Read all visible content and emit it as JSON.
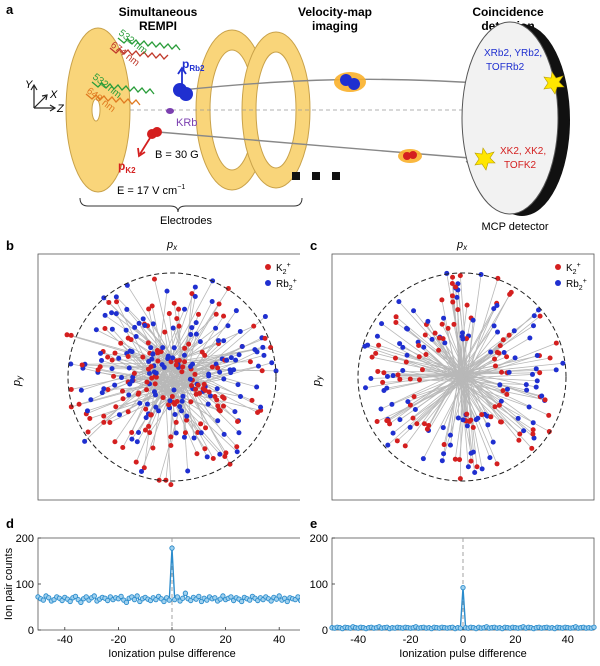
{
  "panels": {
    "a": {
      "letter": "a",
      "sim_title_1": "Simultaneous",
      "sim_title_2": "REMPI",
      "vmi_title_1": "Velocity-map",
      "vmi_title_2": "imaging",
      "coinc_title_1": "Coincidence",
      "coinc_title_2": "detection",
      "axis_y": "Y",
      "axis_x": "X",
      "axis_z": "Z",
      "laser_532_top": "532 nm",
      "laser_674": "674 nm",
      "laser_532_bot": "532 nm",
      "laser_648": "648 nm",
      "p_rb2_main": "p",
      "p_rb2_sub": "Rb2",
      "p_k2_main": "p",
      "p_k2_sub": "K2",
      "krb": "KRb",
      "field_b": "B = 30 G",
      "field_e": "E = 17 V cm",
      "field_e_sup": "−1",
      "electrodes": "Electrodes",
      "mcp": "MCP detector",
      "rb_det_line1": "XRb2, YRb2,",
      "rb_det_line2": "TOFRb2",
      "k_det_line1": "XK2, XK2,",
      "k_det_line2": "TOFK2"
    },
    "b": {
      "letter": "b",
      "px_label": "p",
      "px_sub": "x",
      "py_label": "p",
      "py_sub": "y"
    },
    "c": {
      "letter": "c",
      "px_label": "p",
      "px_sub": "x",
      "py_label": "p",
      "py_sub": "y"
    },
    "d": {
      "letter": "d"
    },
    "e": {
      "letter": "e"
    }
  },
  "colors": {
    "electrode_fill": "#f9d57a",
    "electrode_stroke": "#c9a24a",
    "rb": "#1f2fd0",
    "k": "#d41f1f",
    "krb": "#7b3fb0",
    "green_laser": "#2a9d3a",
    "red_laser": "#c0392b",
    "orange_laser": "#e07a20",
    "line_series": "#2b8ccc",
    "marker_fill": "#9fd0ee",
    "grey_lines": "#b8b8b8"
  },
  "chart_data": [
    {
      "panel": "b",
      "type": "scatter",
      "title": "",
      "xlabel": "px",
      "ylabel": "py",
      "legend": [
        {
          "name": "K2+",
          "color": "#d41f1f"
        },
        {
          "name": "Rb2+",
          "color": "#1f2fd0"
        }
      ],
      "legend_position": "top-right",
      "boundary": "dashed circle",
      "note": "pairs connected by grey lines through centre"
    },
    {
      "panel": "c",
      "type": "scatter",
      "title": "",
      "xlabel": "px",
      "ylabel": "py",
      "legend": [
        {
          "name": "K2+",
          "color": "#d41f1f"
        },
        {
          "name": "Rb2+",
          "color": "#1f2fd0"
        }
      ],
      "legend_position": "top-right",
      "boundary": "dashed circle"
    },
    {
      "panel": "d",
      "type": "line",
      "xlabel": "Ionization pulse difference",
      "ylabel": "Ion pair counts",
      "xlim": [
        -50,
        50
      ],
      "ylim": [
        0,
        200
      ],
      "xticks": [
        -40,
        -20,
        0,
        20,
        40
      ],
      "yticks": [
        0,
        100,
        200
      ],
      "x": [
        -50,
        -49,
        -48,
        -47,
        -46,
        -45,
        -44,
        -43,
        -42,
        -41,
        -40,
        -39,
        -38,
        -37,
        -36,
        -35,
        -34,
        -33,
        -32,
        -31,
        -30,
        -29,
        -28,
        -27,
        -26,
        -25,
        -24,
        -23,
        -22,
        -21,
        -20,
        -19,
        -18,
        -17,
        -16,
        -15,
        -14,
        -13,
        -12,
        -11,
        -10,
        -9,
        -8,
        -7,
        -6,
        -5,
        -4,
        -3,
        -2,
        -1,
        0,
        1,
        2,
        3,
        4,
        5,
        6,
        7,
        8,
        9,
        10,
        11,
        12,
        13,
        14,
        15,
        16,
        17,
        18,
        19,
        20,
        21,
        22,
        23,
        24,
        25,
        26,
        27,
        28,
        29,
        30,
        31,
        32,
        33,
        34,
        35,
        36,
        37,
        38,
        39,
        40,
        41,
        42,
        43,
        44,
        45,
        46,
        47,
        48,
        49,
        50
      ],
      "values": [
        72,
        68,
        65,
        74,
        70,
        63,
        66,
        72,
        69,
        64,
        71,
        67,
        62,
        70,
        73,
        66,
        60,
        68,
        72,
        65,
        70,
        74,
        63,
        67,
        71,
        69,
        64,
        72,
        66,
        70,
        68,
        73,
        65,
        60,
        69,
        72,
        66,
        74,
        62,
        68,
        71,
        67,
        64,
        70,
        66,
        73,
        68,
        62,
        70,
        65,
        178,
        66,
        72,
        63,
        69,
        80,
        68,
        64,
        71,
        67,
        73,
        62,
        69,
        65,
        72,
        68,
        70,
        63,
        67,
        74,
        66,
        69,
        72,
        64,
        70,
        67,
        62,
        71,
        68,
        65,
        73,
        69,
        64,
        70,
        66,
        72,
        68,
        63,
        71,
        67,
        74,
        65,
        69,
        62,
        70,
        68,
        66,
        72,
        64,
        74,
        55
      ],
      "guide_x": 0
    },
    {
      "panel": "e",
      "type": "line",
      "xlabel": "Ionization pulse difference",
      "ylabel": "",
      "xlim": [
        -50,
        50
      ],
      "ylim": [
        0,
        200
      ],
      "xticks": [
        -40,
        -20,
        0,
        20,
        40
      ],
      "yticks": [
        0,
        100,
        200
      ],
      "x": [
        -50,
        -49,
        -48,
        -47,
        -46,
        -45,
        -44,
        -43,
        -42,
        -41,
        -40,
        -39,
        -38,
        -37,
        -36,
        -35,
        -34,
        -33,
        -32,
        -31,
        -30,
        -29,
        -28,
        -27,
        -26,
        -25,
        -24,
        -23,
        -22,
        -21,
        -20,
        -19,
        -18,
        -17,
        -16,
        -15,
        -14,
        -13,
        -12,
        -11,
        -10,
        -9,
        -8,
        -7,
        -6,
        -5,
        -4,
        -3,
        -2,
        -1,
        0,
        1,
        2,
        3,
        4,
        5,
        6,
        7,
        8,
        9,
        10,
        11,
        12,
        13,
        14,
        15,
        16,
        17,
        18,
        19,
        20,
        21,
        22,
        23,
        24,
        25,
        26,
        27,
        28,
        29,
        30,
        31,
        32,
        33,
        34,
        35,
        36,
        37,
        38,
        39,
        40,
        41,
        42,
        43,
        44,
        45,
        46,
        47,
        48,
        49,
        50
      ],
      "values": [
        5,
        4,
        6,
        5,
        3,
        6,
        5,
        4,
        7,
        5,
        4,
        6,
        5,
        3,
        5,
        6,
        4,
        5,
        7,
        4,
        5,
        6,
        3,
        5,
        4,
        6,
        5,
        4,
        6,
        5,
        4,
        5,
        7,
        4,
        5,
        6,
        4,
        5,
        3,
        6,
        5,
        4,
        6,
        5,
        4,
        5,
        6,
        3,
        5,
        4,
        92,
        5,
        4,
        6,
        5,
        3,
        6,
        4,
        5,
        7,
        4,
        5,
        6,
        4,
        5,
        3,
        6,
        5,
        4,
        6,
        5,
        4,
        5,
        7,
        4,
        6,
        5,
        3,
        5,
        6,
        4,
        5,
        6,
        4,
        5,
        3,
        6,
        5,
        4,
        6,
        5,
        4,
        5,
        7,
        4,
        5,
        6,
        4,
        5,
        4,
        6
      ],
      "guide_x": 0
    }
  ]
}
